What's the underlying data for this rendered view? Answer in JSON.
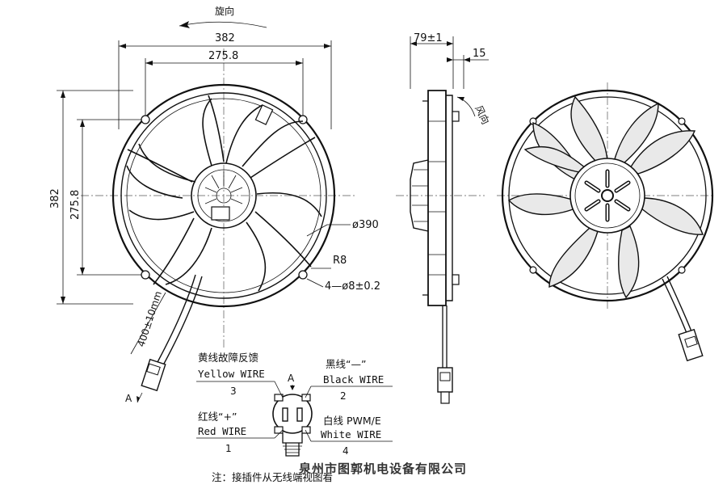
{
  "labels": {
    "rotation": "旋向",
    "airflow": "风向",
    "width_overall": "382",
    "width_holes": "275.8",
    "height_overall": "382",
    "height_holes": "275.8",
    "depth": "79±1",
    "offset": "15",
    "diameter": "ø390",
    "radius": "R8",
    "holes": "4—ø8±0.2",
    "cable_length": "400±10mm",
    "section_a": "A",
    "section_a2": "A",
    "yellow_cn": "黄线故障反馈",
    "yellow_en": "Yellow WIRE",
    "pin3": "3",
    "black_cn": "黑线“—”",
    "black_en": "Black WIRE",
    "pin2": "2",
    "red_cn": "红线“+”",
    "red_en": "Red WIRE",
    "pin1": "1",
    "white_cn": "白线 PWM/E",
    "white_en": "White WIRE",
    "pin4": "4",
    "note": "注：接插件从无线端视图看",
    "watermark": "泉州市图郭机电设备有限公司"
  }
}
